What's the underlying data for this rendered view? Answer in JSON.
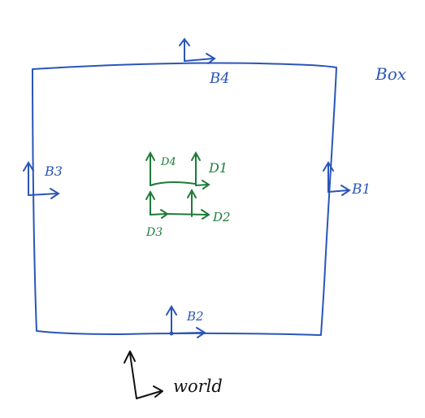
{
  "colors": {
    "blue": "#2a55b8",
    "green": "#1f7a3a",
    "black": "#111111"
  },
  "labels": {
    "box": "Box",
    "b1": "B1",
    "b2": "B2",
    "b3": "B3",
    "b4": "B4",
    "d1": "D1",
    "d2": "D2",
    "d3": "D3",
    "d4": "D4",
    "world": "world"
  }
}
